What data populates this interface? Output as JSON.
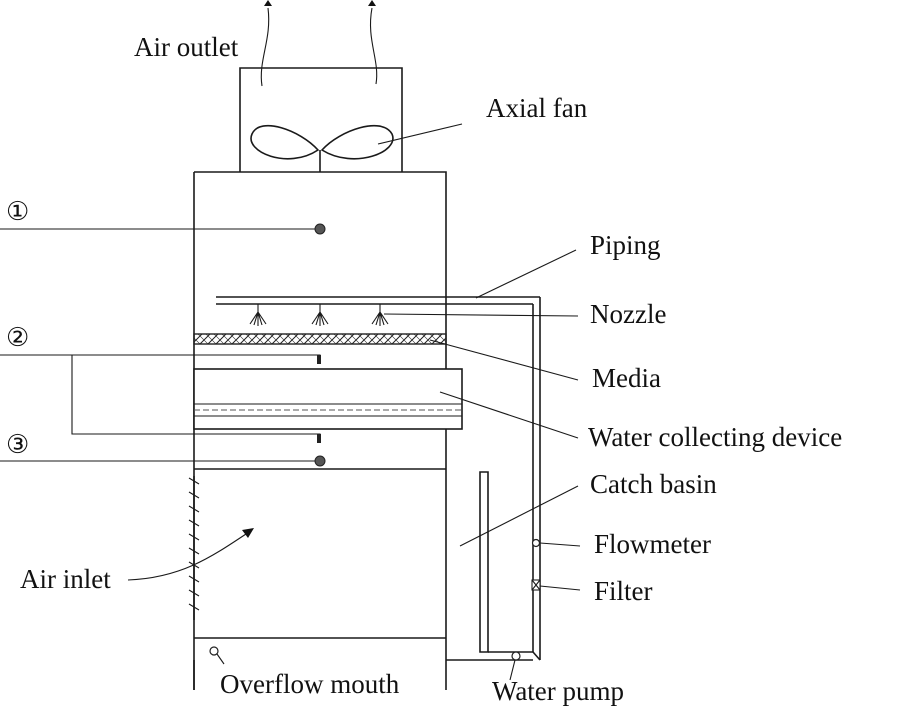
{
  "diagram": {
    "labels": {
      "air_outlet": "Air outlet",
      "axial_fan": "Axial fan",
      "piping": "Piping",
      "nozzle": "Nozzle",
      "media": "Media",
      "water_collecting_device": "Water collecting device",
      "catch_basin": "Catch basin",
      "flowmeter": "Flowmeter",
      "filter": "Filter",
      "air_inlet": "Air inlet",
      "overflow_mouth": "Overflow mouth",
      "water_pump": "Water pump"
    },
    "measurement_points": [
      "①",
      "②",
      "③"
    ]
  }
}
